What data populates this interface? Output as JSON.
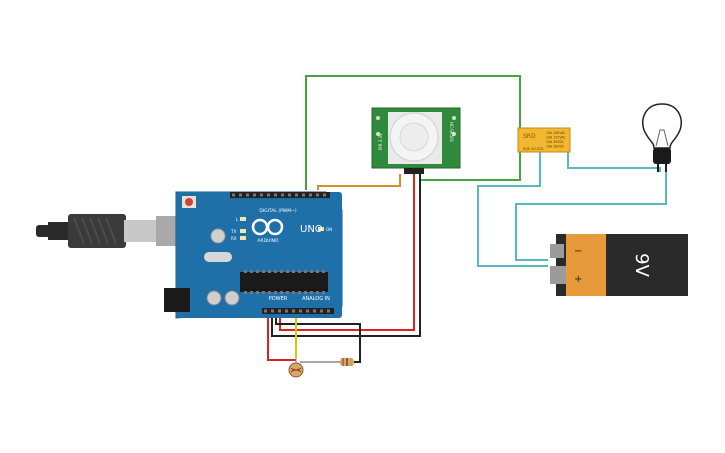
{
  "board": {
    "brand": "ARDUINO",
    "model": "UNO",
    "digital_label": "DIGITAL (PWM~)",
    "power_label": "POWER",
    "analog_label": "ANALOG IN",
    "led_l": "L",
    "led_tx": "TX",
    "led_rx": "RX",
    "on_label": "ON"
  },
  "pir": {
    "left_label": "PIR 3.3V",
    "right_label": "HC-SR501"
  },
  "relay": {
    "brand": "SRD",
    "model": "KQE-5V-SCS",
    "specs": [
      "10A 250VAC",
      "10A 125VAC",
      "10A 30VDC",
      "10A 28VDC"
    ]
  },
  "battery": {
    "voltage_label": "9V",
    "minus": "−",
    "plus": "+"
  },
  "colors": {
    "board": "#1f6fa8",
    "pcb_green": "#2f8a3b",
    "wire_green": "#43a63a",
    "wire_orange": "#e08a2a",
    "wire_red": "#d9261c",
    "wire_black": "#222222",
    "wire_teal": "#5ab8c4",
    "wire_yellow": "#e6c200",
    "relay": "#f4b730",
    "battery_orange": "#e79a3c"
  }
}
